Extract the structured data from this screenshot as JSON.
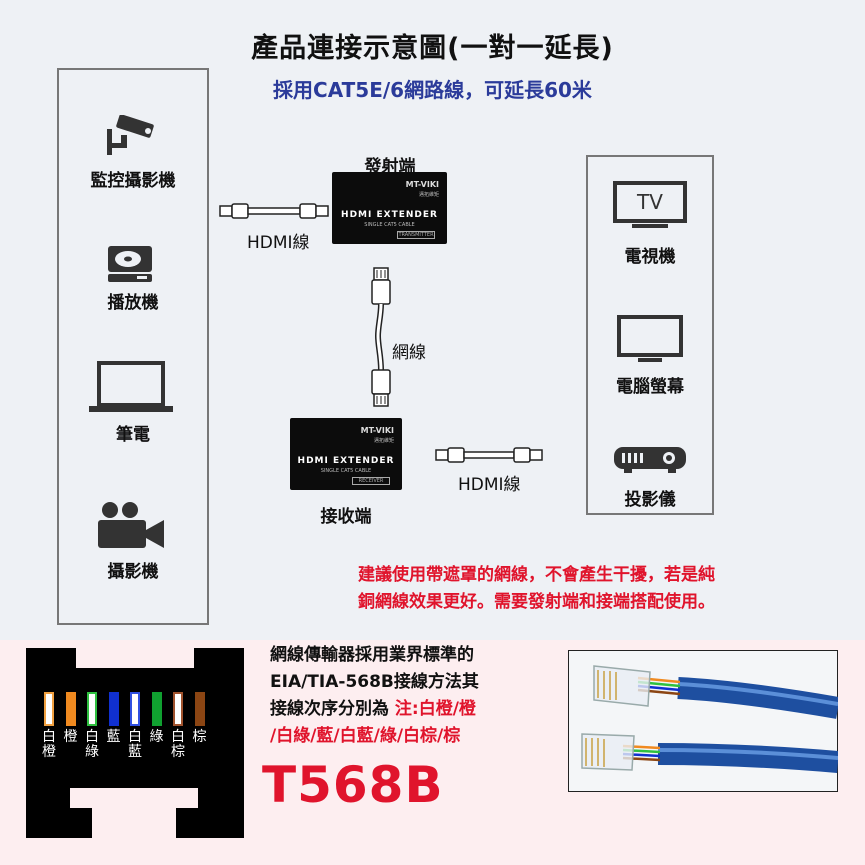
{
  "title": "產品連接示意圖(一對一延長)",
  "subtitle": "採用CAT5E/6網路線，可延長60米",
  "sources": {
    "items": [
      {
        "label": "監控攝影機",
        "icon": "security-camera-icon"
      },
      {
        "label": "播放機",
        "icon": "disc-player-icon"
      },
      {
        "label": "筆電",
        "icon": "laptop-icon"
      },
      {
        "label": "攝影機",
        "icon": "video-camera-icon"
      }
    ]
  },
  "displays": {
    "tv_glyph": "TV",
    "items": [
      {
        "label": "電視機",
        "icon": "tv-icon"
      },
      {
        "label": "電腦螢幕",
        "icon": "monitor-icon"
      },
      {
        "label": "投影儀",
        "icon": "projector-icon"
      }
    ]
  },
  "transmitter": {
    "label": "發射端",
    "brand": "MT-VIKI",
    "brand_sub": "邁拓維矩",
    "name": "HDMI EXTENDER",
    "sub": "SINGLE CAT5 CABLE",
    "tag": "TRANSMITTER"
  },
  "receiver": {
    "label": "接收端",
    "brand": "MT-VIKI",
    "brand_sub": "邁拓維矩",
    "name": "HDMI EXTENDER",
    "sub": "SINGLE CAT5 CABLE",
    "tag": "RECEIVER"
  },
  "cables": {
    "hdmi_in": "HDMI線",
    "network": "網線",
    "hdmi_out": "HDMI線"
  },
  "note": {
    "line1": "建議使用帶遮罩的網線，不會產生干擾，若是純",
    "line2": "銅網線效果更好。需要發射端和接端搭配使用。"
  },
  "standard": {
    "line1": "網線傳輸器採用業界標準的",
    "line2": "EIA/TIA-568B接線方法其",
    "line3_prefix": "接線次序分別為 ",
    "line3_red": "注:白橙/橙",
    "line4_red": "/白綠/藍/白藍/綠/白棕/棕"
  },
  "wiring": {
    "title": "T568B",
    "pins": [
      {
        "top": "白",
        "bottom": "橙",
        "color": "#f0a040",
        "striped": true
      },
      {
        "top": "橙",
        "bottom": "",
        "color": "#f08a20",
        "striped": false
      },
      {
        "top": "白",
        "bottom": "綠",
        "color": "#2fc040",
        "striped": true
      },
      {
        "top": "藍",
        "bottom": "",
        "color": "#1030d0",
        "striped": false
      },
      {
        "top": "白",
        "bottom": "藍",
        "color": "#3050e0",
        "striped": true
      },
      {
        "top": "綠",
        "bottom": "",
        "color": "#10a030",
        "striped": false
      },
      {
        "top": "白",
        "bottom": "棕",
        "color": "#a0522d",
        "striped": true
      },
      {
        "top": "棕",
        "bottom": "",
        "color": "#8b4513",
        "striped": false
      }
    ]
  }
}
